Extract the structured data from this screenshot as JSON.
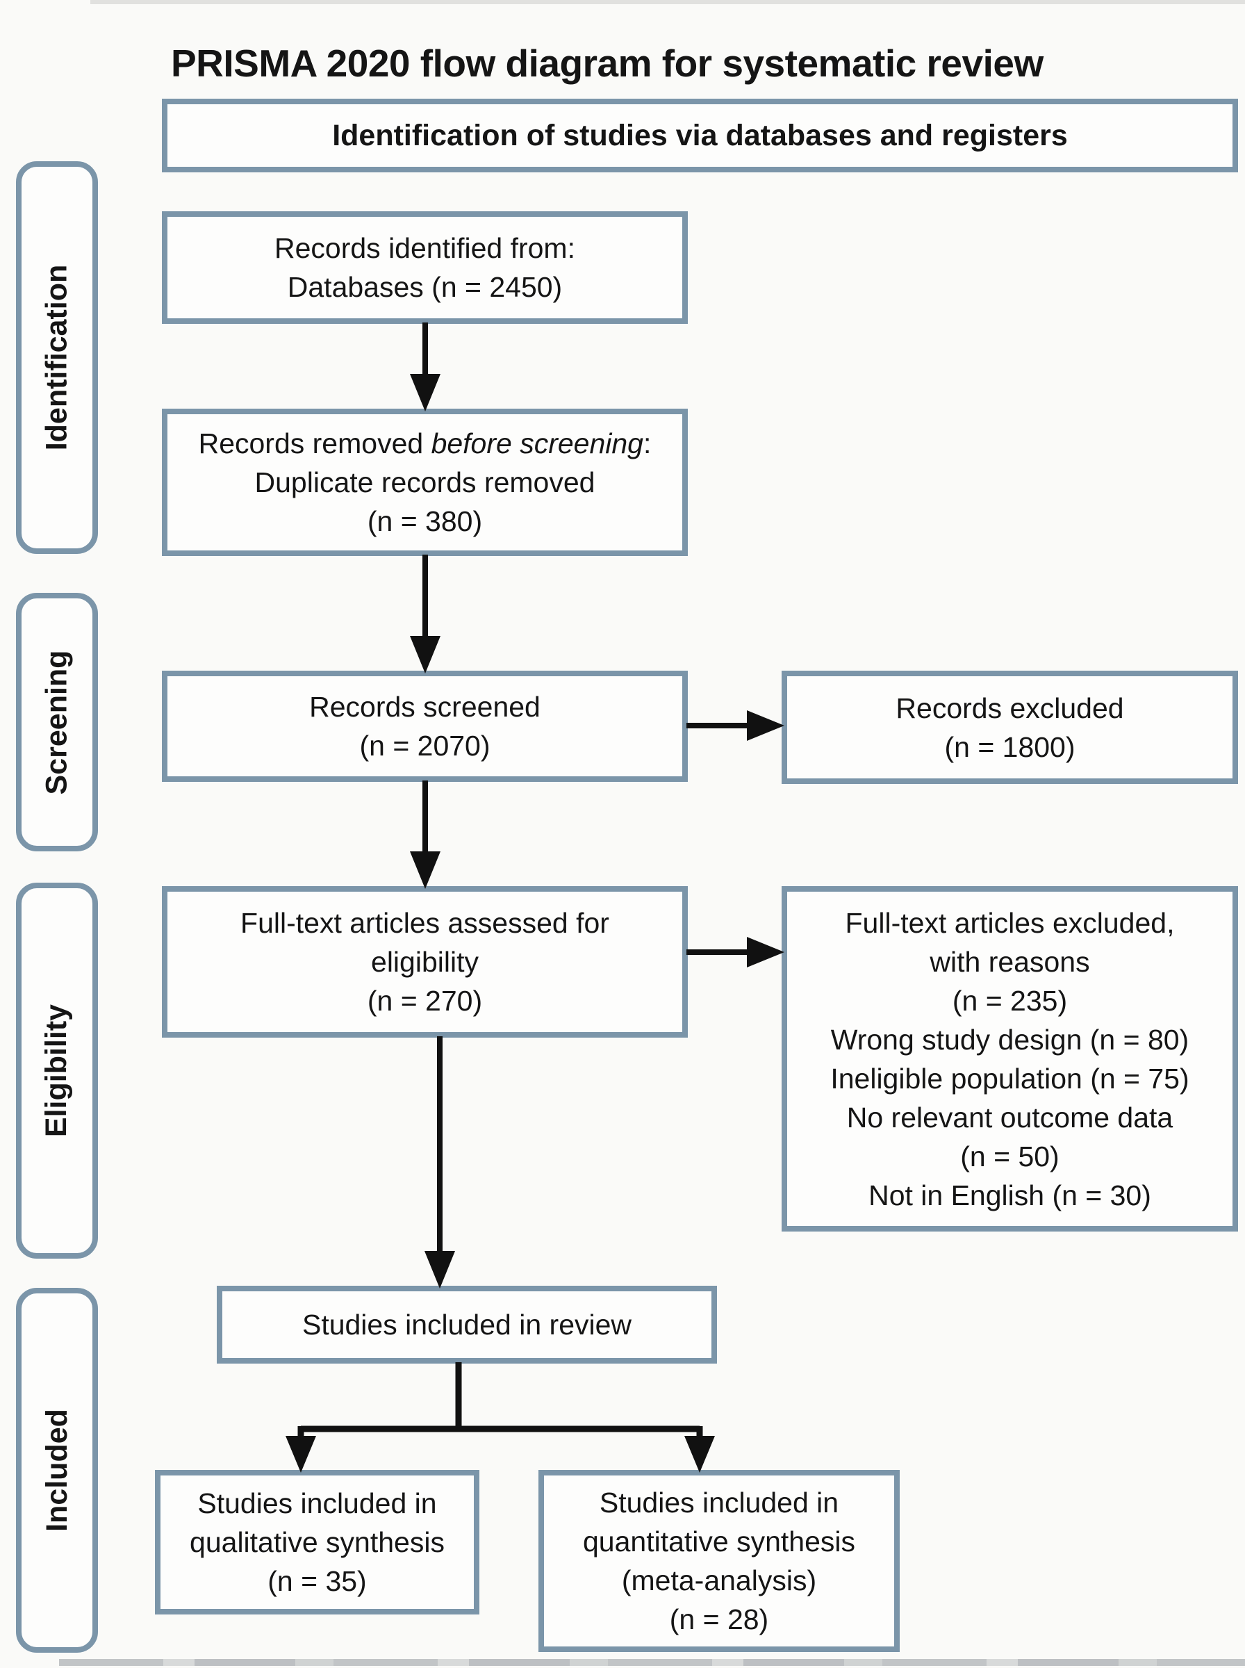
{
  "title": "PRISMA 2020 flow diagram for systematic review",
  "banner": {
    "label": "Identification of studies via databases and registers"
  },
  "stages": [
    {
      "label": "Identification"
    },
    {
      "label": "Screening"
    },
    {
      "label": "Eligibility"
    },
    {
      "label": "Included"
    }
  ],
  "boxes": {
    "records_identified": {
      "lines": [
        "Records identified from:",
        "Databases (n = 2450)"
      ]
    },
    "records_removed": {
      "intro_prefix": "Records removed ",
      "intro_italic": "before screening",
      "intro_suffix": ":",
      "lines": [
        "Duplicate records removed",
        "(n = 380)"
      ]
    },
    "records_screened": {
      "lines": [
        "Records screened",
        "(n = 2070)"
      ]
    },
    "records_excluded": {
      "lines": [
        "Records excluded",
        "(n = 1800)"
      ]
    },
    "fulltext_assessed": {
      "lines": [
        "Full-text articles assessed for",
        "eligibility",
        "(n = 270)"
      ]
    },
    "fulltext_excluded": {
      "lines": [
        "Full-text articles excluded,",
        "with reasons",
        "(n = 235)",
        "Wrong study design (n = 80)",
        "Ineligible population (n = 75)",
        "No relevant outcome data",
        "(n = 50)",
        "Not in English (n = 30)"
      ]
    },
    "included_review": {
      "lines": [
        "Studies included in review"
      ]
    },
    "qualitative_synthesis": {
      "lines": [
        "Studies included in",
        "qualitative synthesis",
        "(n = 35)"
      ]
    },
    "quantitative_synthesis": {
      "lines": [
        "Studies included in",
        "quantitative synthesis",
        "(meta-analysis)",
        "(n = 28)"
      ]
    }
  },
  "colors": {
    "box_border": "#7b95a9",
    "box_background": "#fdfdfc",
    "page_background": "#fafaf8",
    "arrow": "#111111",
    "text": "#151515"
  }
}
